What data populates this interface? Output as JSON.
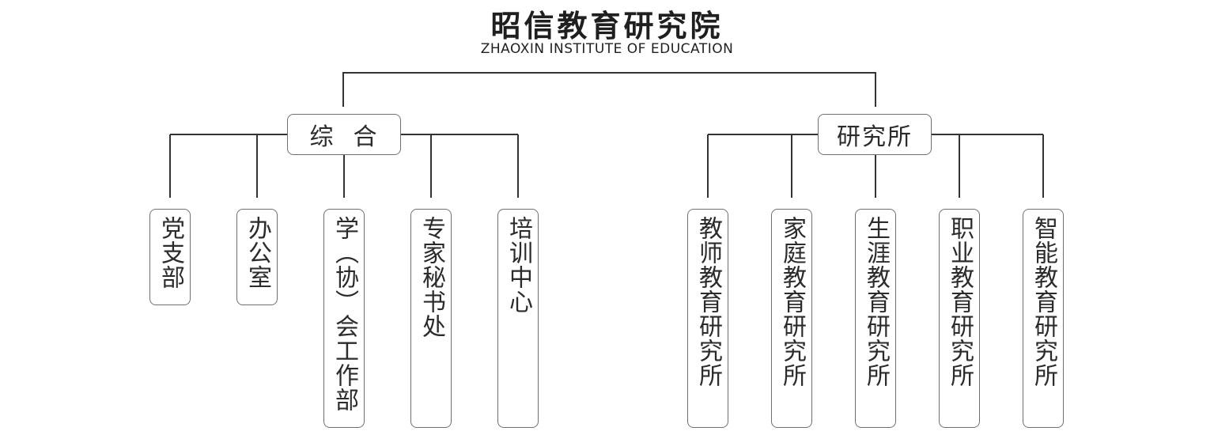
{
  "header": {
    "title": "昭信教育研究院",
    "subtitle": "ZHAOXIN INSTITUTE OF EDUCATION"
  },
  "groups": [
    {
      "label": "综  合",
      "children": [
        "党支部",
        "办公室",
        "学（协）会工作部",
        "专家秘书处",
        "培训中心"
      ]
    },
    {
      "label": "研究所",
      "children": [
        "教师教育研究所",
        "家庭教育研究所",
        "生涯教育研究所",
        "职业教育研究所",
        "智能教育研究所"
      ]
    }
  ],
  "colors": {
    "line": "#333333",
    "border": "#707070",
    "text": "#2b2b2b"
  }
}
